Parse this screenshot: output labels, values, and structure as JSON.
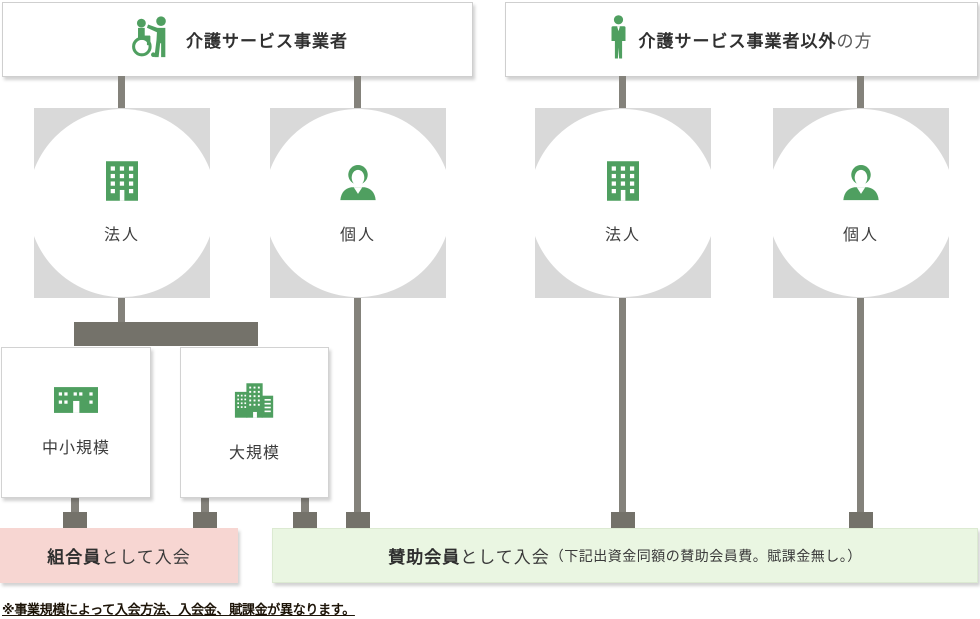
{
  "colors": {
    "accent_green": "#4f9f60",
    "panel_gray": "#d9d9d9",
    "connector_gray": "#84827b",
    "connector_dark": "#74726a",
    "outcome_pink": "#f7d6d2",
    "outcome_light_green": "#eaf6e2"
  },
  "header_left": {
    "icon": "caregiver-wheelchair-icon",
    "title": "介護サービス事業者"
  },
  "header_right": {
    "icon": "standing-person-icon",
    "title_bold": "介護サービス事業者以外",
    "title_light": "の方"
  },
  "nodes": [
    {
      "icon": "office-building-icon",
      "label": "法人"
    },
    {
      "icon": "person-bust-icon",
      "label": "個人"
    },
    {
      "icon": "office-building-icon",
      "label": "法人"
    },
    {
      "icon": "person-bust-icon",
      "label": "個人"
    }
  ],
  "branch_nodes": [
    {
      "icon": "small-building-icon",
      "label": "中小規模"
    },
    {
      "icon": "large-buildings-icon",
      "label": "大規模"
    }
  ],
  "outcome_left": {
    "label_bold": "組合員",
    "label_rest": "として入会"
  },
  "outcome_right": {
    "label_bold": "賛助会員",
    "label_rest": "として入会",
    "label_detail": "（下記出資金同額の賛助会員費。賦課金無し。）"
  },
  "footnote": {
    "text": "※事業規模によって入会方法、入会金、賦課金が異なります。"
  }
}
